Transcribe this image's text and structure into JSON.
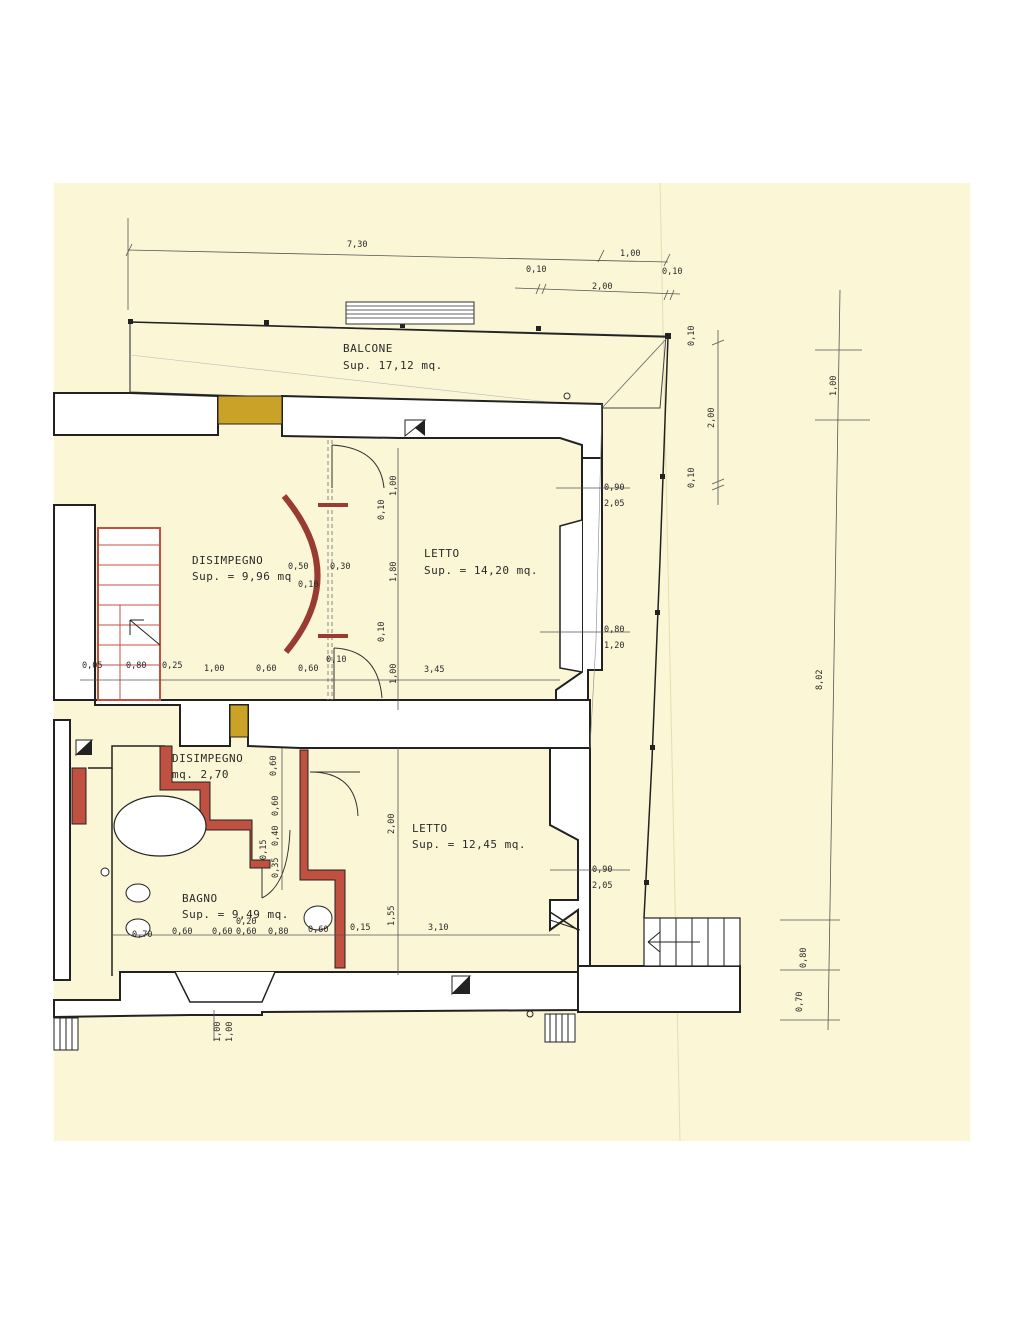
{
  "colors": {
    "paper": "#fbf6d6",
    "wall_fill": "#f4f1e4",
    "brick": "#b9564a",
    "window_fill": "#c9a227",
    "ink": "#2a2a2a"
  },
  "rooms": {
    "balcone": {
      "name": "BALCONE",
      "area": "Sup. 17,12 mq."
    },
    "disimpegno_1": {
      "name": "DISIMPEGNO",
      "area": "Sup. = 9,96 mq"
    },
    "letto_1": {
      "name": "LETTO",
      "area": "Sup. = 14,20 mq."
    },
    "disimpegno_2": {
      "name": "DISIMPEGNO",
      "area": "mq. 2,70"
    },
    "letto_2": {
      "name": "LETTO",
      "area": "Sup. = 12,45 mq."
    },
    "bagno": {
      "name": "BAGNO",
      "area": "Sup. = 9,49 mq."
    }
  },
  "dimensions": {
    "top_total": "7,30",
    "top_100": "1,00",
    "top_010_a": "0,10",
    "top_010_b": "0,10",
    "top_200": "2,00",
    "right_010_a": "0,10",
    "right_200": "2,00",
    "right_010_b": "0,10",
    "far_right_100": "1,00",
    "far_right_total": "8,02",
    "far_right_080": "0,80",
    "far_right_070": "0,70",
    "win_090_a": "0,90",
    "win_205_a": "2,05",
    "win_080": "0,80",
    "win_120": "1,20",
    "win_090_b": "0,90",
    "win_205_b": "2,05",
    "door_050": "0,50",
    "door_030": "0,30",
    "door_010_mid": "0,10",
    "v_010_a": "0,10",
    "v_100_a": "1,00",
    "v_180": "1,80",
    "v_010_b": "0,10",
    "v_100_b": "1,00",
    "v_010_c": "0,10",
    "row1_005": "0,05",
    "row1_080": "0,80",
    "row1_025": "0,25",
    "row1_100": "1,00",
    "row1_060_a": "0,60",
    "row1_060_b": "0,60",
    "row1_345": "3,45",
    "b_060_a": "0,60",
    "b_060_b": "0,60",
    "b_040": "0,40",
    "b_015": "0,15",
    "b_035": "0,35",
    "b_020": "0,20",
    "b_070": "0,70",
    "b_060_c": "0,60",
    "b_060_d": "0,60",
    "b_060_e": "0,60",
    "b_080": "0,80",
    "b_060_f": "0,60",
    "b_015_b": "0,15",
    "l2_200": "2,00",
    "l2_155": "1,55",
    "l2_310": "3,10",
    "bottom_100_a": "1,00",
    "bottom_100_b": "1,00"
  }
}
